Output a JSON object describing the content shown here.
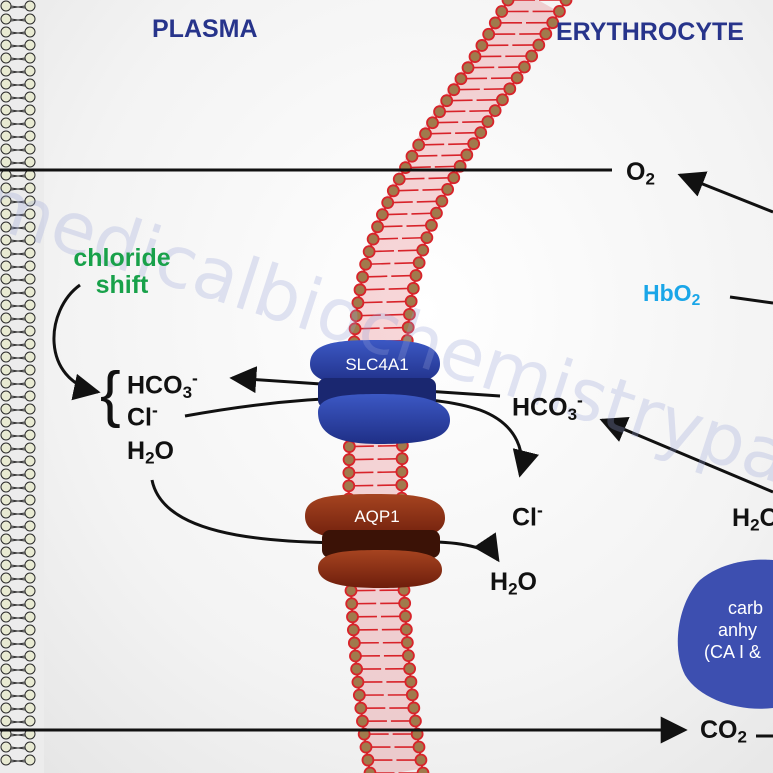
{
  "headers": {
    "plasma": "PLASMA",
    "erythrocyte": "ERYTHROCYTE"
  },
  "labels": {
    "chloride_shift_line1": "chloride",
    "chloride_shift_line2": "shift",
    "hbo2": "HbO",
    "hbo2_sub": "2",
    "o2": "O",
    "o2_sub": "2",
    "co2": "CO",
    "co2_sub": "2",
    "plasma_hco3": "HCO",
    "plasma_hco3_sub": "3",
    "plasma_hco3_sup": "-",
    "plasma_cl": "Cl",
    "plasma_cl_sup": "-",
    "plasma_h2o_a": "H",
    "plasma_h2o_sub": "2",
    "plasma_h2o_b": "O",
    "rbc_hco3": "HCO",
    "rbc_hco3_sub": "3",
    "rbc_hco3_sup": "-",
    "rbc_cl": "Cl",
    "rbc_cl_sup": "-",
    "rbc_h2o_a": "H",
    "rbc_h2o_sub": "2",
    "rbc_h2o_b": "O",
    "rbc_h2c": "H",
    "rbc_h2c_sub": "2",
    "rbc_h2c_b": "C"
  },
  "proteins": {
    "slc4a1": "SLC4A1",
    "aqp1": "AQP1"
  },
  "enzyme": {
    "line1": "carb",
    "line2": "anhy",
    "line3": "(CA I &"
  },
  "watermark": "medicalbiochemistrypage",
  "colors": {
    "header": "#27348b",
    "green": "#18a14a",
    "hbo2": "#1aa6e8",
    "membrane_red": "#d8232a",
    "lipid_head": "#a07a4c",
    "slc4a1": "#2b44a6",
    "aqp1": "#8a2a12",
    "enzyme": "#3d4fb0"
  }
}
